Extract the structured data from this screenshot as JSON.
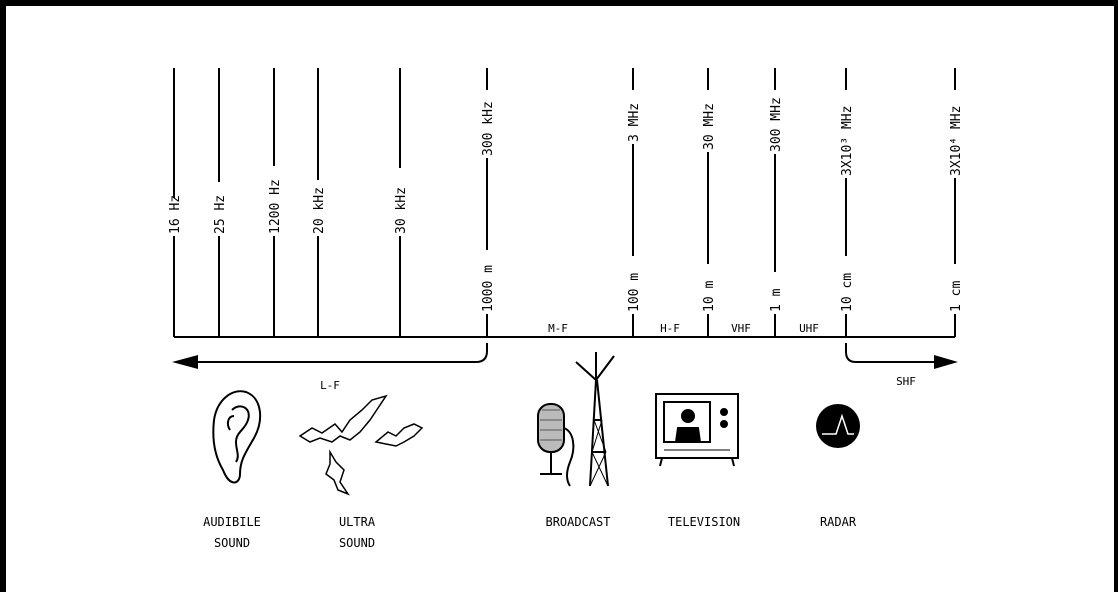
{
  "freq_ticks": [
    {
      "label": "16 Hz"
    },
    {
      "label": "25 Hz"
    },
    {
      "label": "1200 Hz"
    },
    {
      "label": "20 kHz"
    },
    {
      "label": "30 kHz"
    },
    {
      "label": "300 kHz"
    },
    {
      "label": "3 MHz"
    },
    {
      "label": "30 MHz"
    },
    {
      "label": "300 MHz"
    },
    {
      "label": "3X10³ MHz"
    },
    {
      "label": "3X10⁴ MHz"
    }
  ],
  "wave_ticks": [
    "1000 m",
    "100 m",
    "10 m",
    "1 m",
    "10 cm",
    "1 cm"
  ],
  "bands": [
    "M-F",
    "H-F",
    "VHF",
    "UHF"
  ],
  "lf_label": "L-F",
  "shf_label": "SHF",
  "captions": {
    "audible": [
      "AUDIBILE",
      "SOUND"
    ],
    "ultra": [
      "ULTRA",
      "SOUND"
    ],
    "broadcast": "BROADCAST",
    "television": "TELEVISION",
    "radar": "RADAR"
  }
}
